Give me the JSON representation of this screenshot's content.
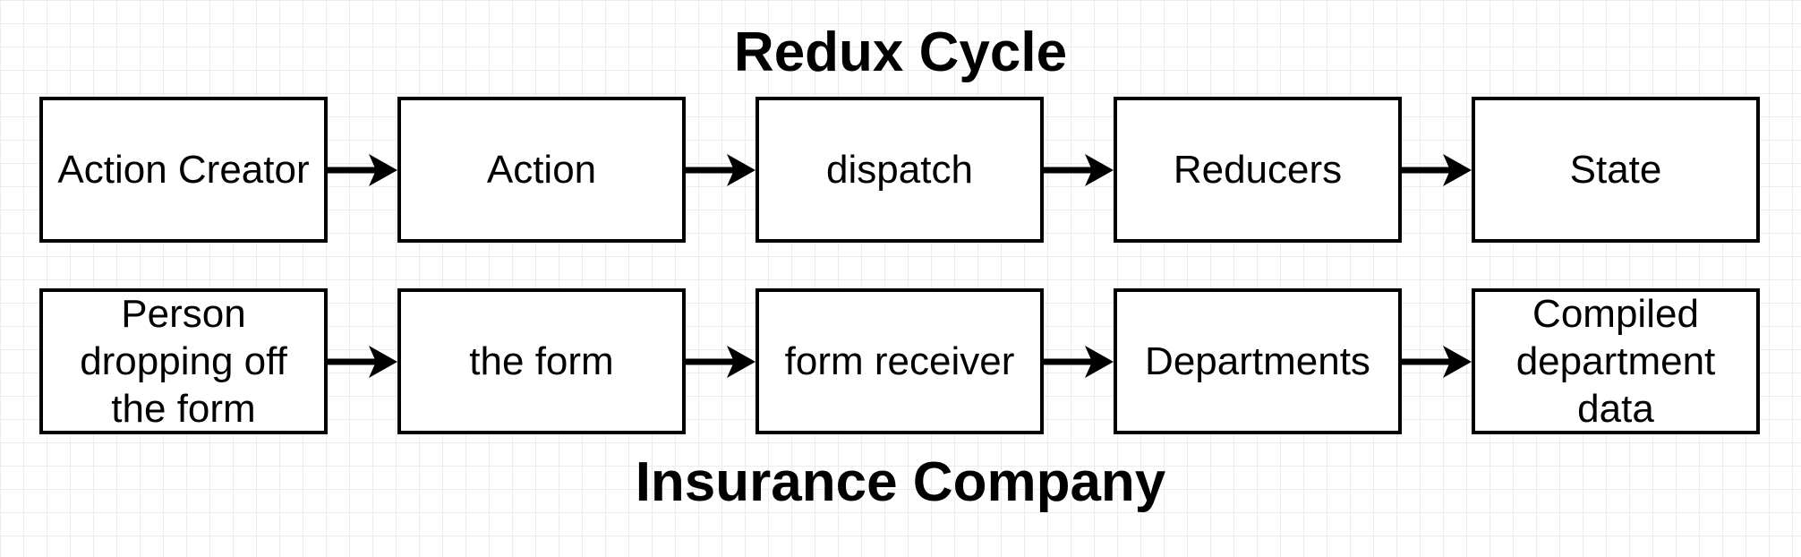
{
  "diagram": {
    "top_title": "Redux Cycle",
    "bottom_title": "Insurance Company",
    "redux_row": [
      "Action Creator",
      "Action",
      "dispatch",
      "Reducers",
      "State"
    ],
    "insurance_row": [
      "Person\ndropping off\nthe form",
      "the form",
      "form receiver",
      "Departments",
      "Compiled\ndepartment\ndata"
    ]
  }
}
